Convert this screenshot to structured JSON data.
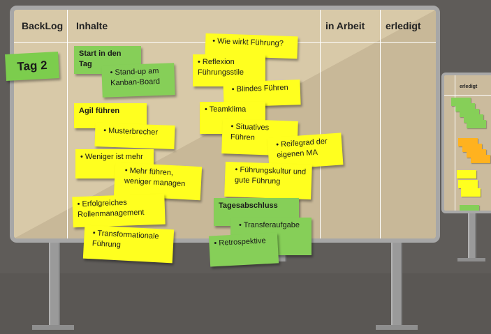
{
  "board": {
    "headers": {
      "backlog": "BackLog",
      "inhalte": "Inhalte",
      "in_arbeit": "in Arbeit",
      "erledigt": "erledigt"
    }
  },
  "day_tag": "Tag 2",
  "small_board": {
    "header": "erledigt"
  },
  "notes": {
    "start_tag": "Start in den Tag",
    "standup": "• Stand-up am Kanban-Board",
    "agil": "Agil führen",
    "musterbrecher": "• Musterbrecher",
    "weniger": "• Weniger ist mehr",
    "mehr_fuehren": "• Mehr führen, weniger managen",
    "erfolgreiches": "• Erfolgreiches Rollenmanagement",
    "transformational": "• Transformationale Führung",
    "wie_wirkt": "• Wie wirkt Führung?",
    "reflexion": "• Reflexion Führungsstile",
    "blindes": "• Blindes Führen",
    "teamklima": "• Teamklima",
    "situatives": "• Situatives Führen",
    "reifegrad": "• Reifegrad der eigenen MA",
    "fuehrungskultur": "• Führungskultur und gute Führung",
    "tagesabschluss": "Tagesabschluss",
    "transferaufgabe": "• Transferaufgabe",
    "retrospektive": "• Retrospektive"
  },
  "colors": {
    "yellow_note": "#ffff1f",
    "green_note": "#86cf58",
    "orange_note": "#ffb21f",
    "board": "#d2c2a2"
  }
}
